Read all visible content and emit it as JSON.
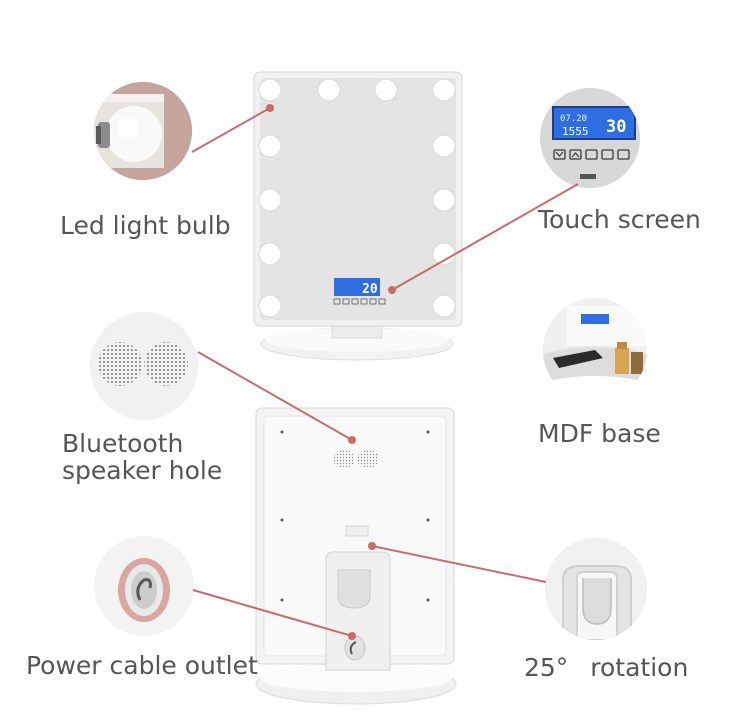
{
  "labels": {
    "led": "Led light bulb",
    "touch": "Touch screen",
    "bluetooth_line1": "Bluetooth",
    "bluetooth_line2": "speaker hole",
    "mdf": "MDF base",
    "power": "Power cable outlet",
    "rotation_value": "25°",
    "rotation_word": "rotation"
  },
  "display": {
    "temp": "20",
    "closeup_time": "1555",
    "closeup_date": "07.20",
    "closeup_temp": "30"
  },
  "colors": {
    "leader_line": "#c96b6b",
    "led_bg": "#bf9f98",
    "lcd": "#2e6ee0"
  }
}
